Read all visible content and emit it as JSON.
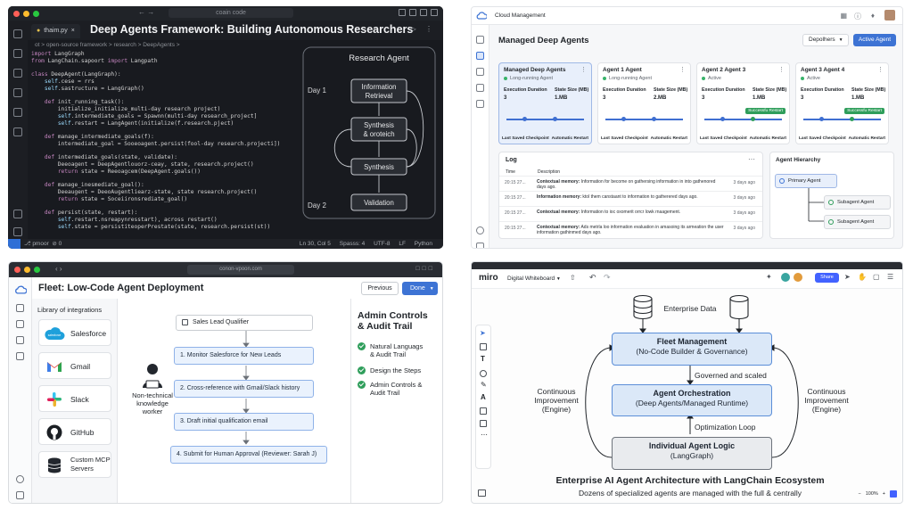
{
  "editor": {
    "search": "coain code",
    "tab": "thaim.py",
    "headline": "Deep Agents Framework: Building Autonomous Researchers",
    "breadcrumb": "ot > open-source framework > research > DeepAgents >",
    "code_lines": [
      "import LangGraph",
      "from LangChain.sapoort import Langpath",
      "",
      "class DeepAgent(LangGraph):",
      "    self.cese = rrs",
      "    self.sastructure = LangGraph()",
      "",
      "    def init_running_task():",
      "        initialize_initialize_multi-day research project)",
      "        self.intermediate_goals = Spawnn(multi-day research_project]",
      "        self.restart = LangAgent(initialize(f.research.pject)",
      "",
      "    def manage_intermediate_goals(f):",
      "        intermediate_goal = Sooeoagent.persist(fool-day research.projecti])",
      "",
      "    def intermediate_goals(state, validate):",
      "        Deeoagent = DeepAgentlouorz-ceay, state, research.project()",
      "        return state = Reeoagcem(DeepAgent.goals())",
      "",
      "    def manage_inesmediate_goal():",
      "        Deeaugent = DeeoAugentliearz-state, state research.project()",
      "        return state = Soceiironsrediate_goal()",
      "",
      "    def persist(state, restart):",
      "        self.restart.nsreapynresstart), across restart()",
      "        self.state = persistiteoperPrestate(state, research.persist(st))"
    ],
    "diagram": {
      "title": "Research Agent",
      "day1": "Day 1",
      "day2": "Day 2",
      "node1": [
        "Information",
        "Retrieval"
      ],
      "node2": [
        "Synthesis",
        "& oroteich"
      ],
      "node3": "Synthesis",
      "node4": "Validation"
    },
    "status": {
      "branch": "pmoor",
      "errors": "0",
      "cursor": "Ln 30, Col 5",
      "spaces": "Spasss: 4",
      "encoding": "UTF-8",
      "eol": "LF",
      "language": "Python"
    }
  },
  "cloud": {
    "app_title": "Cloud Management",
    "page_title": "Managed Deep Agents",
    "filter": "Depolhers",
    "primary_button": "Active Agent",
    "agents": [
      {
        "title": "Managed Deep Agents",
        "status": "Long-running Agent",
        "dur_label": "Execution Duration",
        "dur": "3",
        "size_label": "State Size (MB)",
        "size": "1.MB",
        "badge": "",
        "foot_left": "Last Saved Checkpoint",
        "foot_right": "Automatic Restart"
      },
      {
        "title": "Agent 1 Agent",
        "status": "Long-running Agent",
        "dur_label": "Execution Duration",
        "dur": "3",
        "size_label": "State Size (MB)",
        "size": "2.MB",
        "badge": "",
        "foot_left": "Last Saved Checkpoint",
        "foot_right": "Automatic Restart"
      },
      {
        "title": "Agent 2 Agent 3",
        "status": "Active",
        "dur_label": "Execution Duration",
        "dur": "3",
        "size_label": "State Size (MB)",
        "size": "1.MB",
        "badge": "Successfu Restart",
        "foot_left": "Last Saved Checkpoint",
        "foot_right": "Automatic Restart"
      },
      {
        "title": "Agent 3 Agent 4",
        "status": "Active",
        "dur_label": "Execution Duration",
        "dur": "3",
        "size_label": "State Size (MB)",
        "size": "1.MB",
        "badge": "Successfu Restart",
        "foot_left": "Last Saved Checkpoint",
        "foot_right": "Automatic Restart"
      }
    ],
    "log": {
      "title": "Log",
      "col_time": "Time",
      "col_desc": "Description",
      "rows": [
        {
          "time": "20:15 27...",
          "key": "Contextual memory:",
          "text": "Information for become on gathersing information in into gathenored days ago.",
          "ago": "3 days ago"
        },
        {
          "time": "20:15 27...",
          "key": "Information memory:",
          "text": "ktol them canstaant to information to gatherered days ago.",
          "ago": "3 days ago"
        },
        {
          "time": "20:15 27...",
          "key": "Contextual memory:",
          "text": "Information to ioc oxomerit orrcr lowk rnaagement.",
          "ago": "3 days ago"
        },
        {
          "time": "20:15 27...",
          "key": "Contextual memory:",
          "text": "Ads metrla loo information evaluation in amasoing its armeation the user information gathinmed days ago.",
          "ago": "3 days ago"
        }
      ]
    },
    "hierarchy": {
      "title": "Agent Hierarchy",
      "primary": "Primary Agent",
      "sub1": "Subagent Agent",
      "sub2": "Subagent Agent"
    }
  },
  "fleet": {
    "url": "conon-vpoon.com",
    "title": "Fleet: Low-Code Agent Deployment",
    "prev": "Previous",
    "done": "Done",
    "library_title": "Library of integrations",
    "integrations": [
      "Salesforce",
      "Gmail",
      "Slack",
      "GitHub",
      "Custom MCP Servers"
    ],
    "salesforce_logo": "salesforce",
    "worker": [
      "Non-technical",
      "knowledge",
      "worker"
    ],
    "workflow_name": "Sales Lead Qualifier",
    "steps": [
      "1. Monitor Salesforce for New Leads",
      "2. Cross-reference with Gmail/Slack history",
      "3. Draft initial qualification email",
      "4. Submit for Human Approval (Reviewer: Sarah J)"
    ],
    "admin_title": [
      "Admin Controls",
      "& Audit Trail"
    ],
    "admin_items": [
      [
        "Natural Languags",
        "& Audit Trail"
      ],
      [
        "Design the Steps"
      ],
      [
        "Admin Controls &",
        "Audit Trail"
      ]
    ]
  },
  "miro": {
    "logo": "miro",
    "board": "Digital Whiteboard",
    "share": "Share",
    "top_label": "Enterprise Data",
    "box1": [
      "Fleet Management",
      "(No-Code Builder & Governance)"
    ],
    "mid_label": "Governed and scaled",
    "box2": [
      "Agent Orchestration",
      "(Deep Agents/Managed Runtime)"
    ],
    "loop_label": "Optimization Loop",
    "box3": [
      "Individual Agent Logic",
      "(LangGraph)"
    ],
    "left_label": [
      "Continuous",
      "Improvement",
      "(Engine)"
    ],
    "right_label": [
      "Continuous",
      "Improvement",
      "(Engine)"
    ],
    "caption": "Enterprise AI Agent Architecture with LangChain Ecosystem",
    "subcaption": "Dozens of specialized agents are managed with the full & centrally",
    "zoom": "100%"
  },
  "colors": {
    "accent": "#3d73d4",
    "success": "#2f9e5b",
    "editor_bg": "#181a1f"
  }
}
